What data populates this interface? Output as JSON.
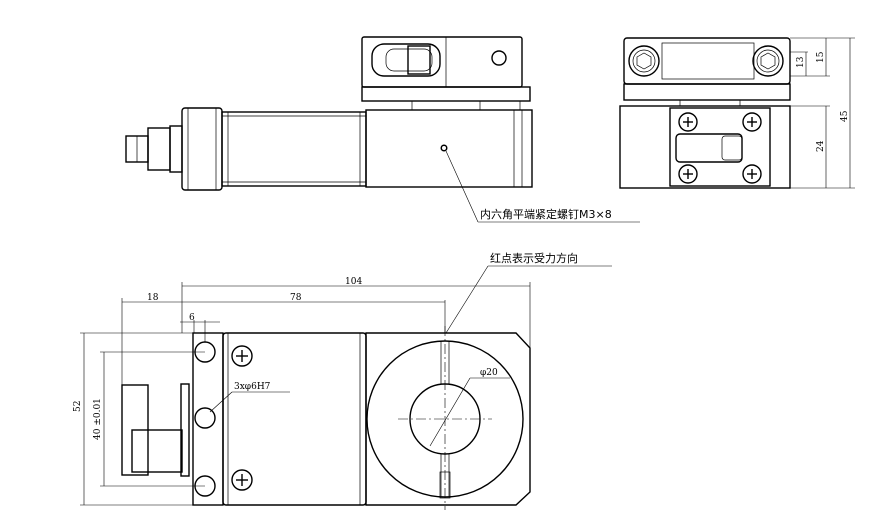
{
  "annotations": {
    "set_screw": "内六角平端紧定螺钉M3×8",
    "force_direction": "红点表示受力方向",
    "holes": "3xφ6H7",
    "bore": "φ20"
  },
  "dimensions": {
    "d104": "104",
    "d18": "18",
    "d78": "78",
    "d6": "6",
    "d52": "52",
    "d40": "40 ±0.01",
    "d13": "13",
    "d15": "15",
    "d45": "45",
    "d24": "24"
  }
}
